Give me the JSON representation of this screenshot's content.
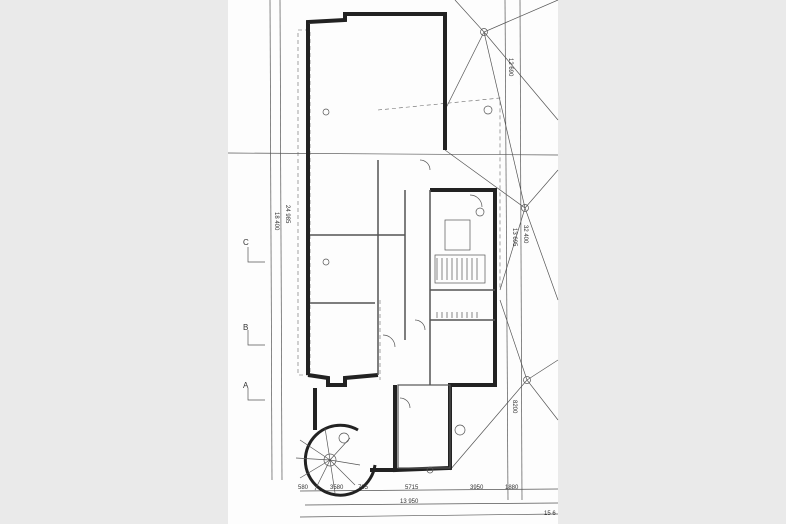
{
  "section_markers": {
    "c": "C",
    "b": "B",
    "a": "A"
  },
  "dimensions_left": {
    "overall": "18 400",
    "inner": "24 985"
  },
  "dimensions_bottom": {
    "d1": "580",
    "d2": "3580",
    "d3": "705",
    "d4": "5715",
    "d5": "3950",
    "d6": "1880",
    "total": "13 950",
    "total2": "15 6"
  },
  "dimensions_right": {
    "top": "12 690",
    "overall": "32 400",
    "mid": "13 695",
    "bottom": "8200"
  },
  "colors": {
    "paper": "#fdfdfd",
    "background": "#eaeaea",
    "walls": "#222222"
  }
}
